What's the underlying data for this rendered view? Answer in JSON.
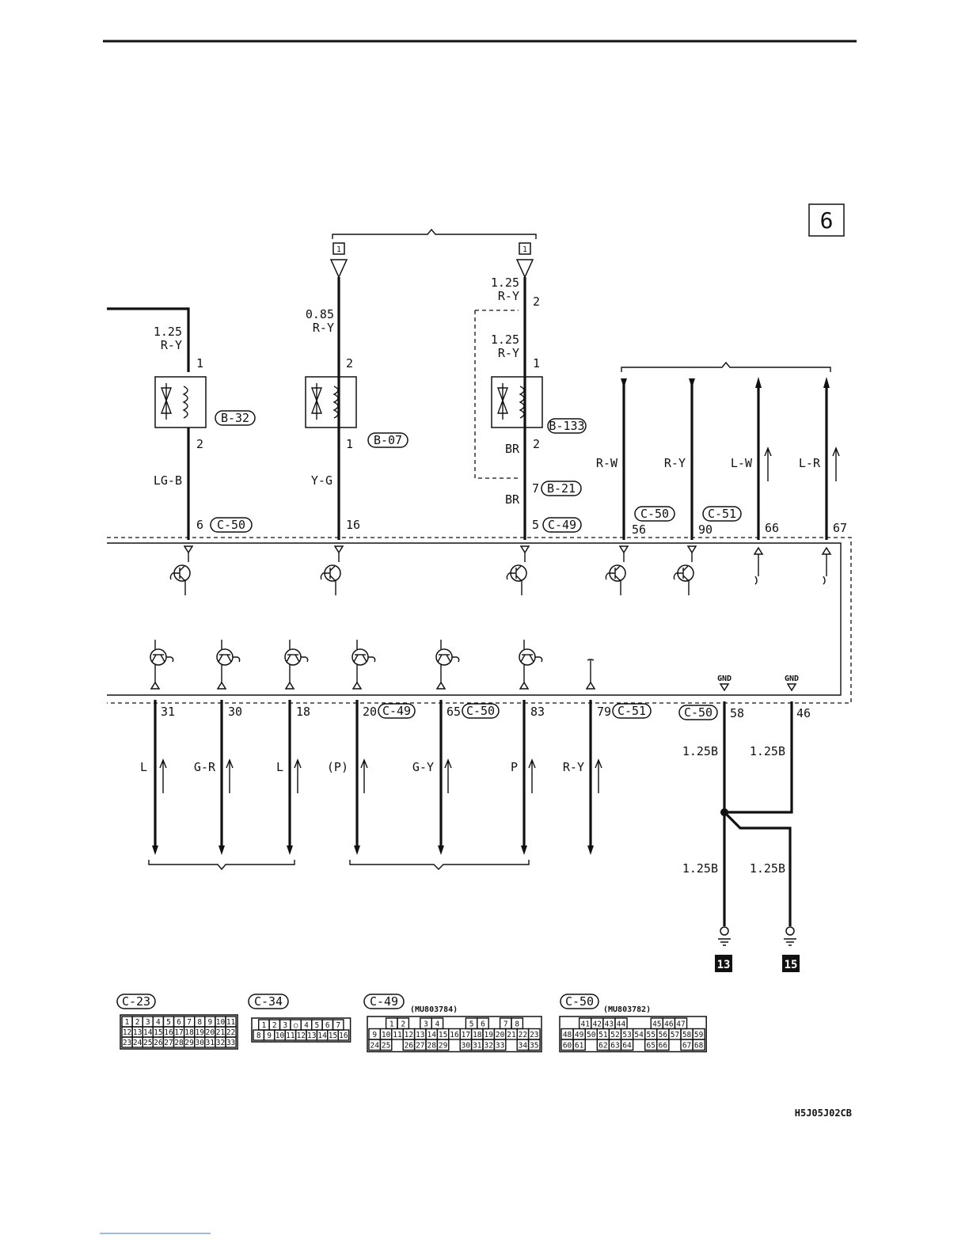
{
  "page_number": "6",
  "figure_code": "H5J05J02CB",
  "connection_marks": {
    "top_left": "1",
    "top_right": "1"
  },
  "ground_labels": {
    "gnd_58": "GND",
    "gnd_46": "GND"
  },
  "ground_points": [
    "13",
    "15"
  ],
  "upper_wires": [
    {
      "size": "1.25",
      "color": "R-Y",
      "pin_top": "1",
      "pin_bottom": "2",
      "wire_below": "LG-B",
      "device": "B-32",
      "ecu_pin": "6",
      "ecu_connector": "C-50"
    },
    {
      "size": "0.85",
      "color": "R-Y",
      "pin_top": "2",
      "pin_bottom": "1",
      "wire_below": "Y-G",
      "device": "B-07",
      "ecu_pin": "16"
    },
    {
      "size": "1.25",
      "color": "R-Y",
      "size_top": "1.25",
      "color_top": "R-Y",
      "pin_joint": "2",
      "pin_top": "1",
      "pin_bottom": "2",
      "wire_mid": "BR",
      "device": "B-133",
      "joint_pin": "7",
      "joint_connector": "B-21",
      "wire_below": "BR",
      "ecu_pin": "5",
      "ecu_connector": "C-49"
    }
  ],
  "signal_wires_top": [
    {
      "color": "R-W",
      "pin": "56",
      "connector": "C-50"
    },
    {
      "color": "R-Y",
      "pin": "90",
      "connector": "C-51"
    },
    {
      "color": "L-W",
      "pin": "66"
    },
    {
      "color": "L-R",
      "pin": "67"
    }
  ],
  "signal_wires_bottom": [
    {
      "color": "L",
      "pin": "31"
    },
    {
      "color": "G-R",
      "pin": "30"
    },
    {
      "color": "L",
      "pin": "18"
    },
    {
      "color": "(P)",
      "pin": "20",
      "connector": "C-49"
    },
    {
      "color": "G-Y",
      "pin": "65",
      "connector": "C-50"
    },
    {
      "color": "P",
      "pin": "83"
    },
    {
      "color": "R-Y",
      "pin": "79",
      "connector": "C-51"
    }
  ],
  "ground_wires": [
    {
      "connector": "C-50",
      "pin": "58",
      "size_top": "1.25B",
      "size_bottom": "1.25B"
    },
    {
      "pin": "46",
      "size_top": "1.25B",
      "size_bottom": "1.25B"
    }
  ],
  "connector_legend": [
    {
      "name": "C-23",
      "part": "",
      "rows": [
        [
          "1",
          "2",
          "3",
          "4",
          "5",
          "6",
          "7",
          "8",
          "9",
          "10",
          "11"
        ],
        [
          "12",
          "13",
          "14",
          "15",
          "16",
          "17",
          "18",
          "19",
          "20",
          "21",
          "22"
        ],
        [
          "23",
          "24",
          "25",
          "26",
          "27",
          "28",
          "29",
          "30",
          "31",
          "32",
          "33"
        ]
      ]
    },
    {
      "name": "C-34",
      "part": "",
      "rows": [
        [
          "1",
          "2",
          "3",
          "○",
          "4",
          "5",
          "6",
          "7"
        ],
        [
          "8",
          "9",
          "10",
          "11",
          "12",
          "13",
          "14",
          "15",
          "16"
        ]
      ]
    },
    {
      "name": "C-49",
      "part": "(MU803784)",
      "rows": [
        [
          "1",
          "2",
          "",
          "3",
          "4",
          "",
          "",
          "5",
          "6",
          "",
          "7",
          "8"
        ],
        [
          "9",
          "10",
          "11",
          "12",
          "13",
          "14",
          "15",
          "16",
          "17",
          "18",
          "19",
          "20",
          "21",
          "22",
          "23"
        ],
        [
          "24",
          "25",
          "",
          "26",
          "27",
          "28",
          "29",
          "",
          "30",
          "31",
          "32",
          "33",
          "",
          "34",
          "35"
        ]
      ]
    },
    {
      "name": "C-50",
      "part": "(MU803782)",
      "rows": [
        [
          "41",
          "42",
          "43",
          "44",
          "",
          "",
          "45",
          "46",
          "47"
        ],
        [
          "48",
          "49",
          "50",
          "51",
          "52",
          "53",
          "54",
          "55",
          "56",
          "57",
          "58",
          "59"
        ],
        [
          "60",
          "61",
          "",
          "62",
          "63",
          "64",
          "",
          "65",
          "66",
          "",
          "67",
          "68"
        ]
      ]
    }
  ]
}
